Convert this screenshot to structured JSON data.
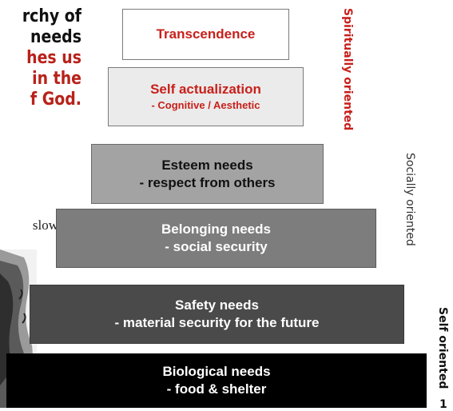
{
  "title": {
    "line1": "rchy of",
    "line2": "needs",
    "line3": "hes us",
    "line4": "in the",
    "line5": "f God."
  },
  "author_fragment": "slow",
  "pyramid": {
    "transcendence": {
      "label": "Transcendence"
    },
    "self_actualization": {
      "label": "Self actualization",
      "sub": "- Cognitive / Aesthetic"
    },
    "esteem": {
      "label": "Esteem needs",
      "sub": "- respect from others"
    },
    "belonging": {
      "label": "Belonging needs",
      "sub": "- social security"
    },
    "safety": {
      "label": "Safety needs",
      "sub": "- material security for the future"
    },
    "biological": {
      "label": "Biological needs",
      "sub": "- food & shelter"
    }
  },
  "side_labels": {
    "spiritual": "Spiritually oriented",
    "social": "Socially oriented",
    "self": "Self oriented"
  },
  "page_number_fragment": "1"
}
